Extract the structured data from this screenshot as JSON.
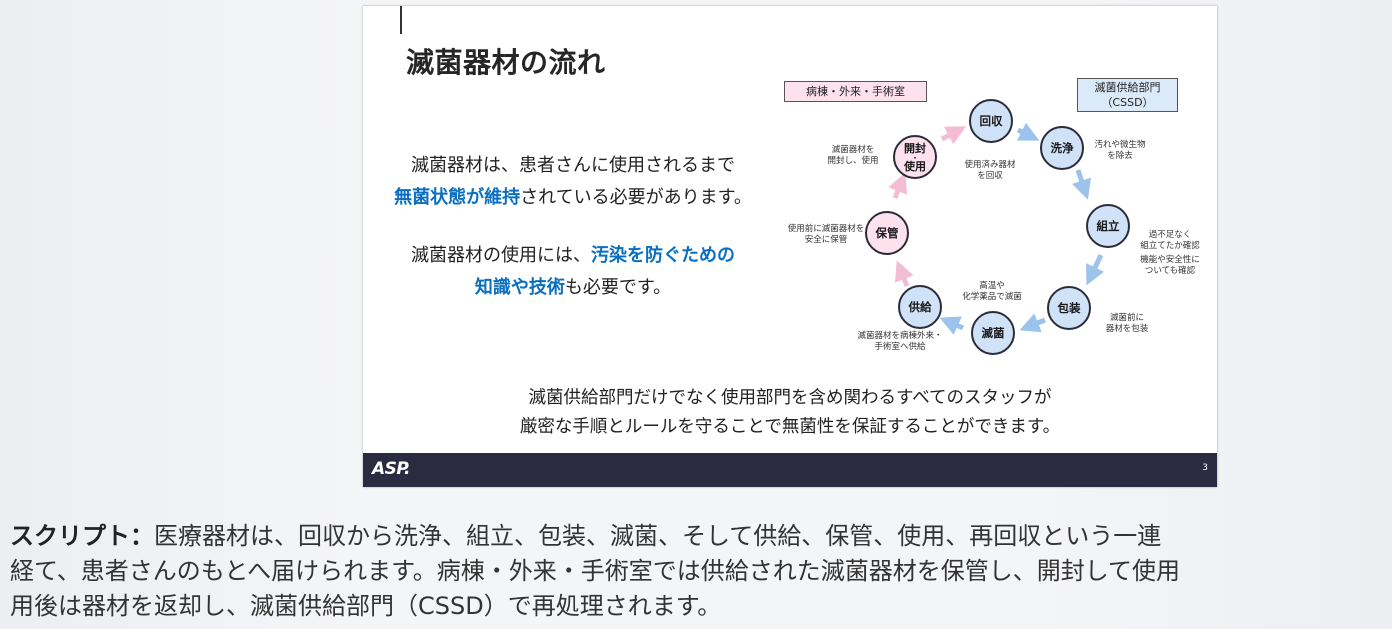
{
  "slide": {
    "title": "滅菌器材の流れ",
    "para1": {
      "line1": "滅菌器材は、患者さんに使用されるまで",
      "line2_highlight": "無菌状態が維持",
      "line2_rest": "されている必要があります。"
    },
    "para2": {
      "line1_text": "滅菌器材の使用には、",
      "line1_highlight": "汚染を防ぐための",
      "line2_highlight": "知識や技術",
      "line2_rest": "も必要です。"
    },
    "box_ward": "病棟・外来・手術室",
    "box_cssd_line1": "滅菌供給部門",
    "box_cssd_line2": "（CSSD）",
    "nodes": {
      "kaishu": "回収",
      "senjo": "洗浄",
      "kumitate": "組立",
      "hoso": "包装",
      "mekkin": "滅菌",
      "kyokyu": "供給",
      "hokan": "保管",
      "kaifu_1": "開封",
      "kaifu_2": "・",
      "kaifu_3": "使用"
    },
    "notes": {
      "kaishu_1": "使用済み器材",
      "kaishu_2": "を回収",
      "senjo_1": "汚れや微生物",
      "senjo_2": "を除去",
      "kumitate_1": "過不足なく",
      "kumitate_2": "組立てたか確認",
      "kumitate_3": "機能や安全性に",
      "kumitate_4": "ついても確認",
      "hoso_1": "滅菌前に",
      "hoso_2": "器材を包装",
      "mekkin_1": "高温や",
      "mekkin_2": "化学薬品で滅菌",
      "kyokyu_1": "滅菌器材を病棟外来・",
      "kyokyu_2": "手術室へ供給",
      "hokan_1": "使用前に滅菌器材を",
      "hokan_2": "安全に保管",
      "kaifu_a": "滅菌器材を",
      "kaifu_b": "開封し、使用"
    },
    "bottom_line1": "滅菌供給部門だけでなく使用部門を含め関わるすべてのスタッフが",
    "bottom_line2": "厳密な手順とルールを守ることで無菌性を保証することができます。",
    "logo": "ASP.",
    "page_number": "3"
  },
  "colors": {
    "highlight": "#0a6fc0",
    "blue_node": "#cfe2f7",
    "pink_node": "#fde2ee",
    "blue_arrow": "#9cc3ec",
    "pink_arrow": "#f4bcd3",
    "footer": "#2b2a40"
  },
  "script": {
    "label": "スクリプト：",
    "line1": "医療器材は、回収から洗浄、組立、包装、滅菌、そして供給、保管、使用、再回収という一連",
    "line2": "経て、患者さんのもとへ届けられます。病棟・外来・手術室では供給された滅菌器材を保管し、開封して使用",
    "line3": "用後は器材を返却し、滅菌供給部門（CSSD）で再処理されます。"
  }
}
